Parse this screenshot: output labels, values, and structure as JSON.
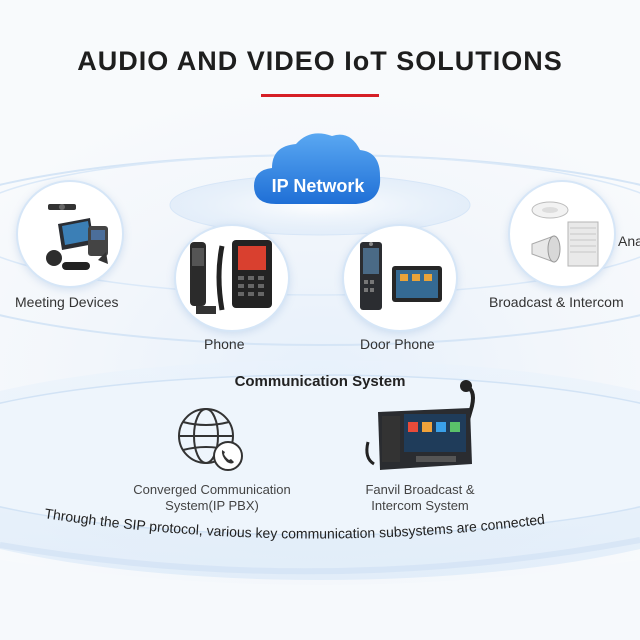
{
  "title": "AUDIO AND VIDEO IoT SOLUTIONS",
  "network": {
    "label": "IP Network"
  },
  "devices": [
    {
      "label": "Meeting Devices"
    },
    {
      "label": "Phone"
    },
    {
      "label": "Door Phone"
    },
    {
      "label": "Broadcast & Intercom"
    },
    {
      "label": "Ana"
    }
  ],
  "communication": {
    "title": "Communication System",
    "pbx_label": "Converged Communication System(IP PBX)",
    "pbx_line1": "Converged Communication",
    "pbx_line2": "System(IP PBX)",
    "broadcast_line1": "Fanvil Broadcast &",
    "broadcast_line2": "Intercom System"
  },
  "footer": {
    "text": "Through the SIP protocol, various key communication subsystems are connected"
  },
  "colors": {
    "accent_red": "#d61f26",
    "cloud_blue": "#2f86e6",
    "ring_blue": "#cfe2f6"
  }
}
